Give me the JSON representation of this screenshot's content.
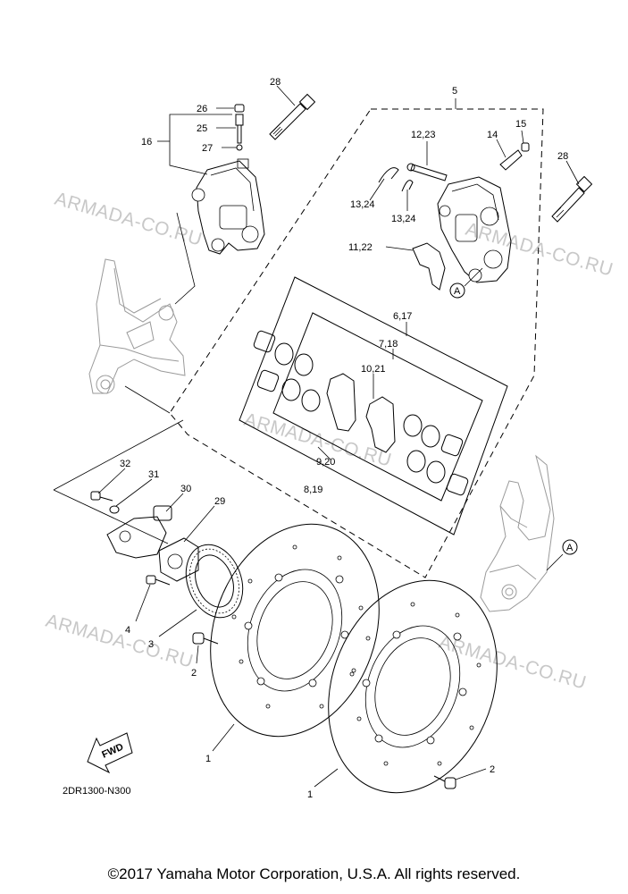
{
  "watermark": "ARMADA-CO.RU",
  "diagram_code": "2DR1300-N300",
  "fwd_label": "FWD",
  "ref_marker": "A",
  "copyright": "©2017 Yamaha Motor Corporation, U.S.A. All rights reserved.",
  "callouts": {
    "c1a": "1",
    "c1b": "1",
    "c2a": "2",
    "c2b": "2",
    "c3": "3",
    "c4": "4",
    "c5": "5",
    "c6_17": "6,17",
    "c7_18": "7,18",
    "c8_19": "8,19",
    "c9_20": "9,20",
    "c10_21": "10,21",
    "c11_22": "11,22",
    "c12_23": "12,23",
    "c13_24a": "13,24",
    "c13_24b": "13,24",
    "c14": "14",
    "c15": "15",
    "c16": "16",
    "c25": "25",
    "c26": "26",
    "c27": "27",
    "c28a": "28",
    "c28b": "28",
    "c29": "29",
    "c30": "30",
    "c31": "31",
    "c32": "32"
  }
}
